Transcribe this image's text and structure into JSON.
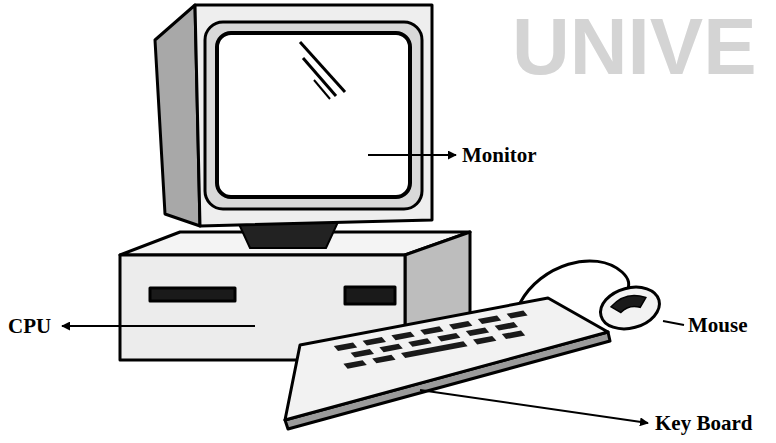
{
  "diagram": {
    "labels": [
      "Monitor",
      "CPU",
      "Mouse",
      "Key Board",
      "UNIVE"
    ]
  }
}
